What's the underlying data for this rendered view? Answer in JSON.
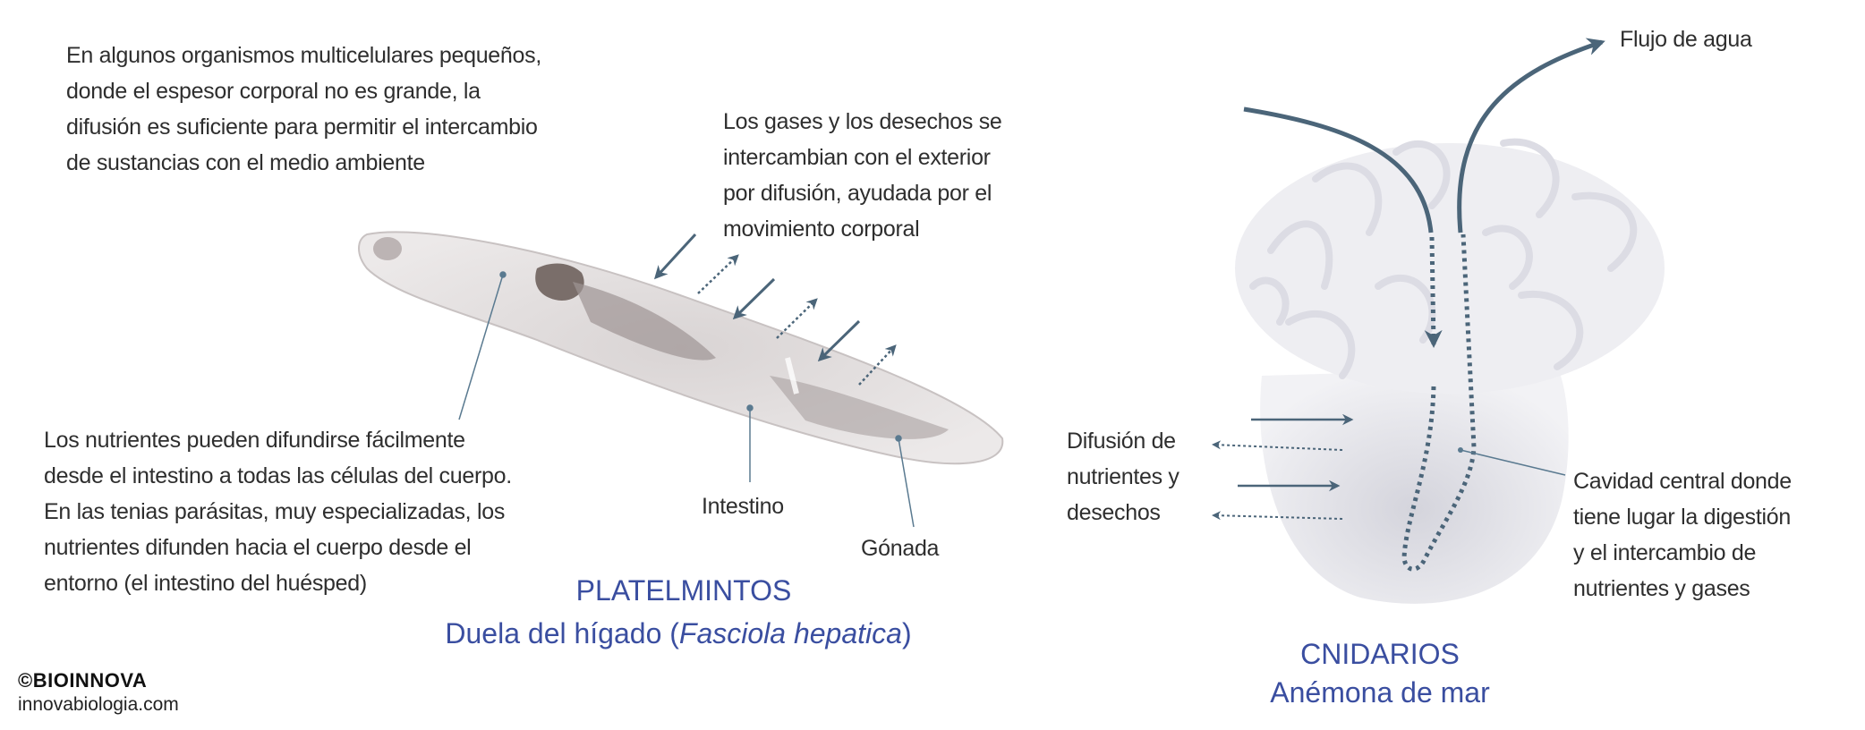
{
  "platelmintos": {
    "intro_lines": [
      "En algunos organismos multicelulares pequeños,",
      "donde el espesor corporal no es grande, la",
      "difusión es suficiente para permitir el intercambio",
      "de sustancias con el medio ambiente"
    ],
    "gases_lines": [
      "Los gases y los desechos se",
      "intercambian con el exterior",
      "por difusión, ayudada por el",
      "movimiento corporal"
    ],
    "nutrients_lines": [
      "Los nutrientes pueden difundirse fácilmente",
      "desde el intestino a todas las células del cuerpo.",
      "En las tenias parásitas, muy especializadas, los",
      "nutrientes difunden hacia el cuerpo desde el",
      "entorno (el intestino del huésped)"
    ],
    "label_intestine": "Intestino",
    "label_gonad": "Gónada",
    "title": "PLATELMINTOS",
    "subtitle_prefix": "Duela del hígado (",
    "subtitle_italic": "Fasciola hepatica",
    "subtitle_suffix": ")"
  },
  "cnidarios": {
    "label_water_flow": "Flujo de agua",
    "diffusion_lines": [
      "Difusión de",
      "nutrientes y",
      "desechos"
    ],
    "cavity_lines": [
      "Cavidad central donde",
      "tiene lugar la digestión",
      "y el intercambio de",
      "nutrientes y gases"
    ],
    "title": "CNIDARIOS",
    "subtitle": "Anémona de mar"
  },
  "footer": {
    "brand": "©BIOINNOVA",
    "site": "innovabiologia.com"
  },
  "colors": {
    "title_blue": "#3a4ea0",
    "arrow": "#4b6579",
    "text": "#2e2e2e"
  }
}
